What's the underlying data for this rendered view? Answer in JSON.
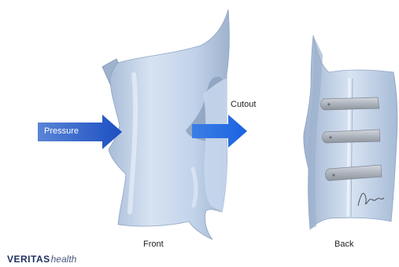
{
  "labels": {
    "pressure": "Pressure",
    "cutout": "Cutout",
    "front": "Front",
    "back": "Back"
  },
  "brand": {
    "name_bold": "VERITAS",
    "name_light": "health"
  },
  "colors": {
    "brace": "#bccfe6",
    "brace_shade": "#8fa6c4",
    "arrow": "#1e55c8",
    "stays": "#b6bcc4",
    "brand": "#1f2f5f"
  }
}
